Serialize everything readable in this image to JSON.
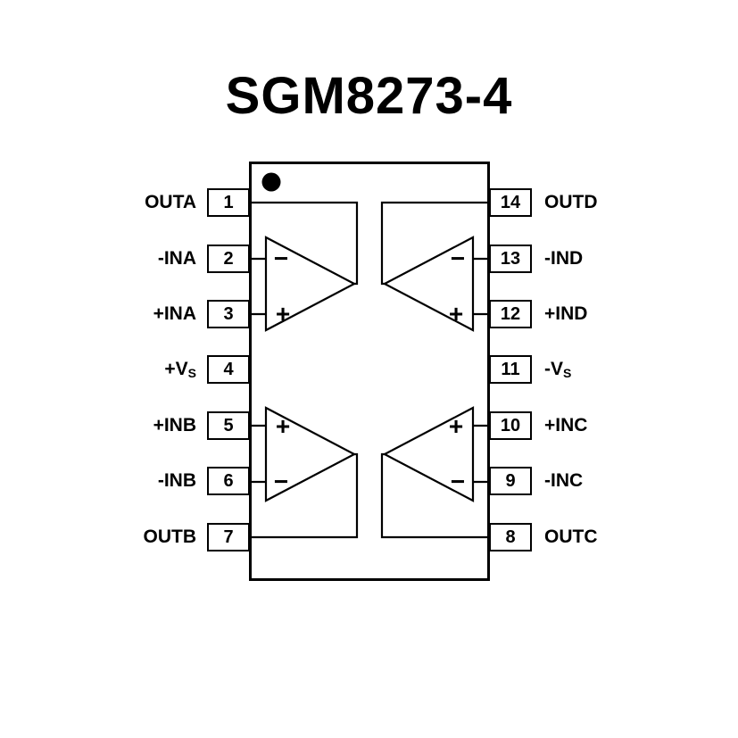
{
  "title": "SGM8273-4",
  "colors": {
    "line": "#000000",
    "background": "#ffffff"
  },
  "pins": {
    "left": [
      {
        "number": "1",
        "label": "OUTA"
      },
      {
        "number": "2",
        "label": "-INA"
      },
      {
        "number": "3",
        "label": "+INA"
      },
      {
        "number": "4",
        "label": "+V",
        "sub": "S"
      },
      {
        "number": "5",
        "label": "+INB"
      },
      {
        "number": "6",
        "label": "-INB"
      },
      {
        "number": "7",
        "label": "OUTB"
      }
    ],
    "right": [
      {
        "number": "14",
        "label": "OUTD"
      },
      {
        "number": "13",
        "label": "-IND"
      },
      {
        "number": "12",
        "label": "+IND"
      },
      {
        "number": "11",
        "label": "-V",
        "sub": "S"
      },
      {
        "number": "10",
        "label": "+INC"
      },
      {
        "number": "9",
        "label": "-INC"
      },
      {
        "number": "8",
        "label": "OUTC"
      }
    ]
  },
  "opamps": {
    "a": {
      "top_sign": "−",
      "bottom_sign": "+"
    },
    "d": {
      "top_sign": "−",
      "bottom_sign": "+"
    },
    "b": {
      "top_sign": "+",
      "bottom_sign": "−"
    },
    "c": {
      "top_sign": "+",
      "bottom_sign": "−"
    }
  }
}
